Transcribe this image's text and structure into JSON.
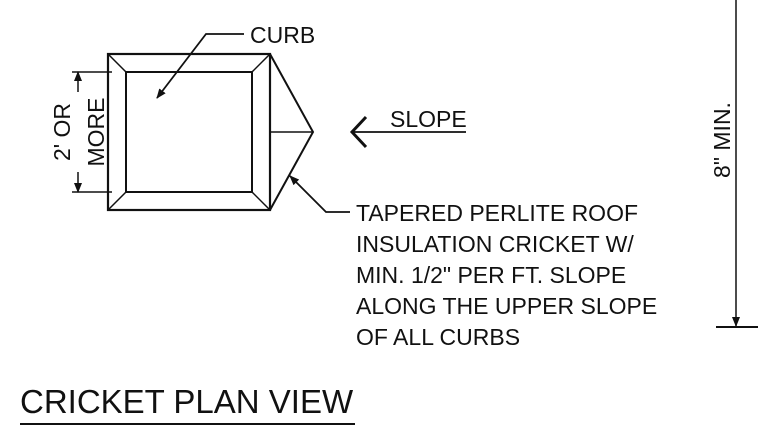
{
  "labels": {
    "curb": "CURB",
    "slope": "SLOPE",
    "dimension_line1": "2' OR",
    "dimension_line2": "MORE",
    "min_height": "8\" MIN.",
    "note_lines": [
      "TAPERED PERLITE ROOF",
      "INSULATION CRICKET W/",
      "MIN. 1/2\" PER FT. SLOPE",
      "ALONG THE UPPER SLOPE",
      "OF ALL CURBS"
    ],
    "title": "CRICKET PLAN VIEW"
  },
  "colors": {
    "line": "#111111",
    "cricket_fill": "#fbf7a3",
    "background": "#ffffff"
  }
}
